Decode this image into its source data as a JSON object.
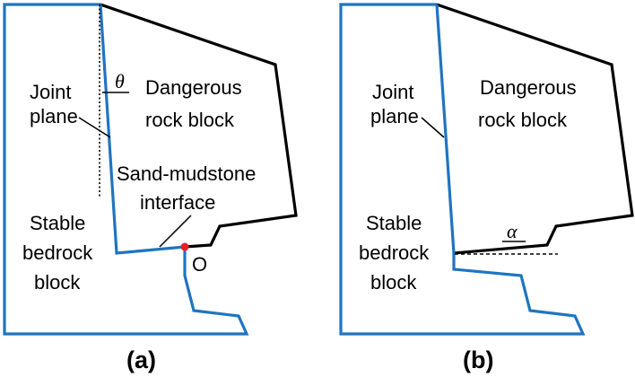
{
  "colors": {
    "boundary": "#1f74c0",
    "outline": "#000000",
    "pivot": "#e8202a"
  },
  "panel_a": {
    "label_joint_1": "Joint",
    "label_joint_2": "plane",
    "label_angle": "θ",
    "label_danger_1": "Dangerous",
    "label_danger_2": "rock block",
    "label_interface_1": "Sand-mudstone",
    "label_interface_2": "interface",
    "label_stable_1": "Stable",
    "label_stable_2": "bedrock",
    "label_stable_3": "block",
    "label_point": "O",
    "caption": "(a)"
  },
  "panel_b": {
    "label_joint_1": "Joint",
    "label_joint_2": "plane",
    "label_danger_1": "Dangerous",
    "label_danger_2": "rock block",
    "label_angle": "α",
    "label_stable_1": "Stable",
    "label_stable_2": "bedrock",
    "label_stable_3": "block",
    "caption": "(b)"
  }
}
